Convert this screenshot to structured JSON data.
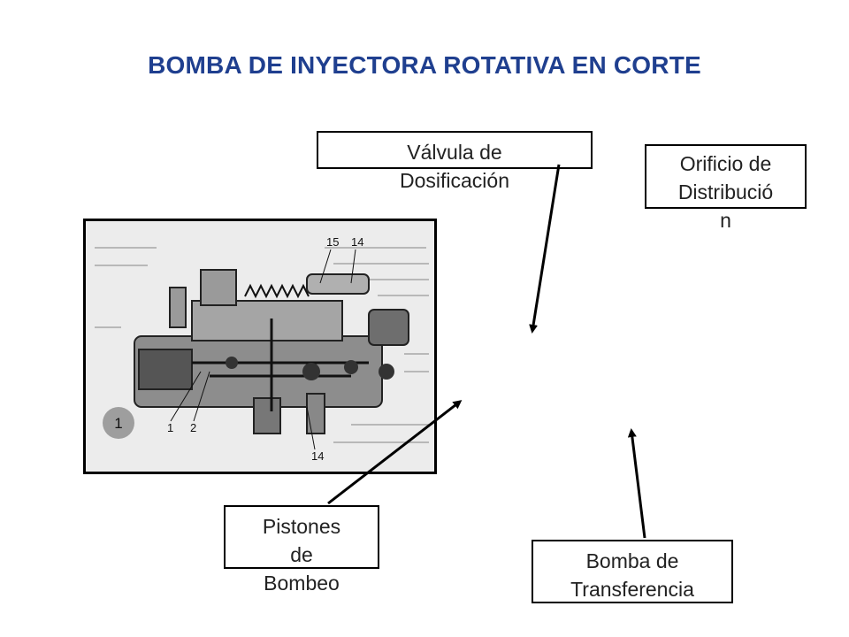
{
  "title": "BOMBA DE INYECTORA ROTATIVA EN CORTE",
  "labels": {
    "valvula": [
      "Válvula de",
      "Dosificación"
    ],
    "orificio": [
      "Orificio de",
      "Distribució",
      "n"
    ],
    "pistones": [
      "Pistones",
      "de",
      "Bombeo"
    ],
    "bomba": [
      "Bomba de",
      "Transferencia"
    ]
  },
  "figure": {
    "badge": "1",
    "callouts": [
      "15",
      "14",
      "1",
      "2",
      "14"
    ]
  },
  "colors": {
    "title": "#1f3f8f",
    "arrow": "#000000"
  }
}
